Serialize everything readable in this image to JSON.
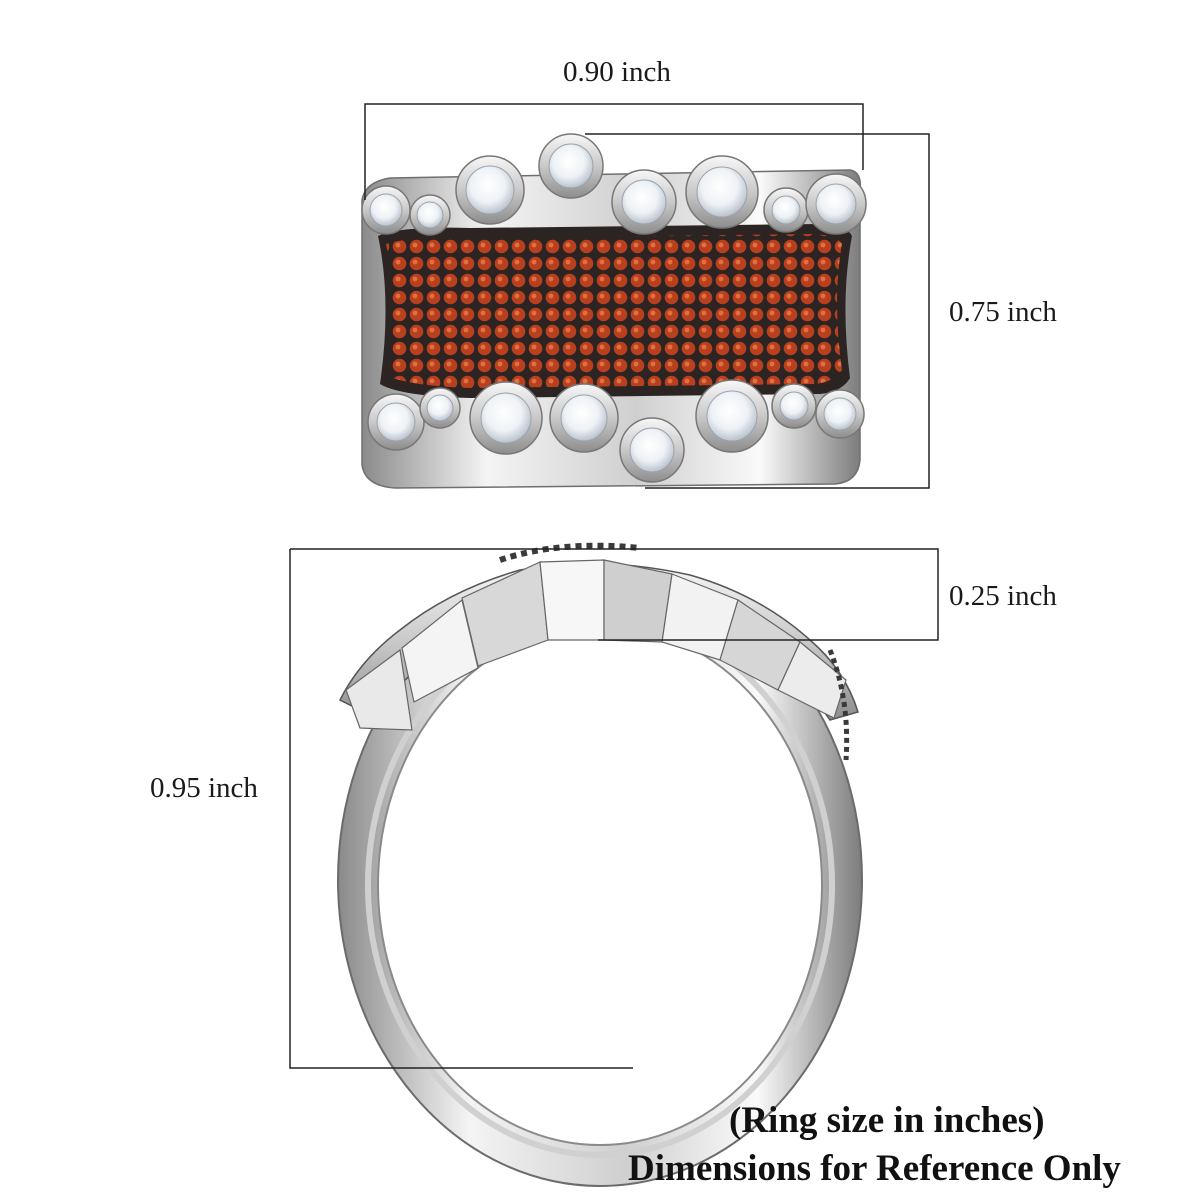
{
  "dimensions": {
    "width_top": "0.90 inch",
    "height_top": "0.75 inch",
    "band_depth": "0.25 inch",
    "height_side": "0.95 inch"
  },
  "caption": {
    "line1": "(Ring size in inches)",
    "line2": "Dimensions for Reference Only"
  },
  "colors": {
    "metal": "#d9d9d9",
    "garnet": "#b8401f",
    "setting_dark": "#2b2422",
    "white_stone": "#f4f6f8"
  }
}
